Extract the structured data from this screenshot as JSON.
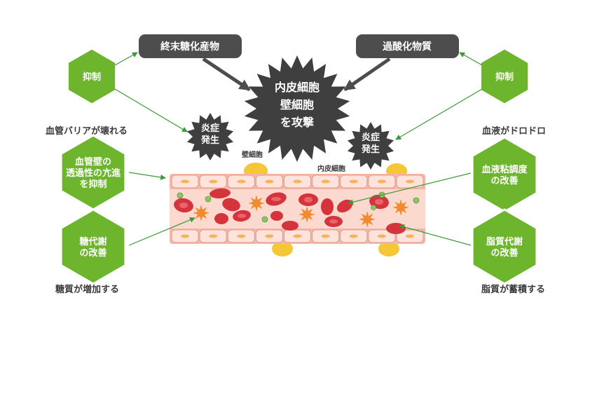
{
  "colors": {
    "hex_fill": "#6cb52d",
    "hex_stroke": "#ffffff",
    "arrow_green": "#3b9a3a",
    "dark_box": "#4d4d4d",
    "burst": "#3f3f3f",
    "vessel_wall": "#f4b7a8",
    "vessel_inner": "#fbd9cf",
    "rbc": "#d6343d",
    "wall_cell_yellow": "#f5c636",
    "platelet": "#f28a2e",
    "particle_green": "#8cc36a"
  },
  "boxes": {
    "ages": "終末糖化産物",
    "oxide": "過酸化物質"
  },
  "center_burst": {
    "line1": "内皮細胞",
    "line2": "壁細胞",
    "line3": "を攻撃"
  },
  "bursts": {
    "left": {
      "line1": "炎症",
      "line2": "発生"
    },
    "right": {
      "line1": "炎症",
      "line2": "発生"
    }
  },
  "hexagons": {
    "top_left": {
      "lines": [
        "抑制"
      ]
    },
    "top_right": {
      "lines": [
        "抑制"
      ]
    },
    "mid_left": {
      "lines": [
        "血管壁の",
        "透過性の亢進",
        "を抑制"
      ]
    },
    "mid_right": {
      "lines": [
        "血液粘調度",
        "の改善"
      ]
    },
    "bottom_left": {
      "lines": [
        "糖代謝",
        "の改善"
      ]
    },
    "bottom_right": {
      "lines": [
        "脂質代謝",
        "の改善"
      ]
    }
  },
  "labels": {
    "vessel_barrier": "血管バリアが壊れる",
    "blood_thick": "血液がドロドロ",
    "sugar_increase": "糖質が増加する",
    "lipid_accumulate": "脂質が蓄積する",
    "wall_cell": "壁細胞",
    "endothelial": "内皮細胞"
  }
}
